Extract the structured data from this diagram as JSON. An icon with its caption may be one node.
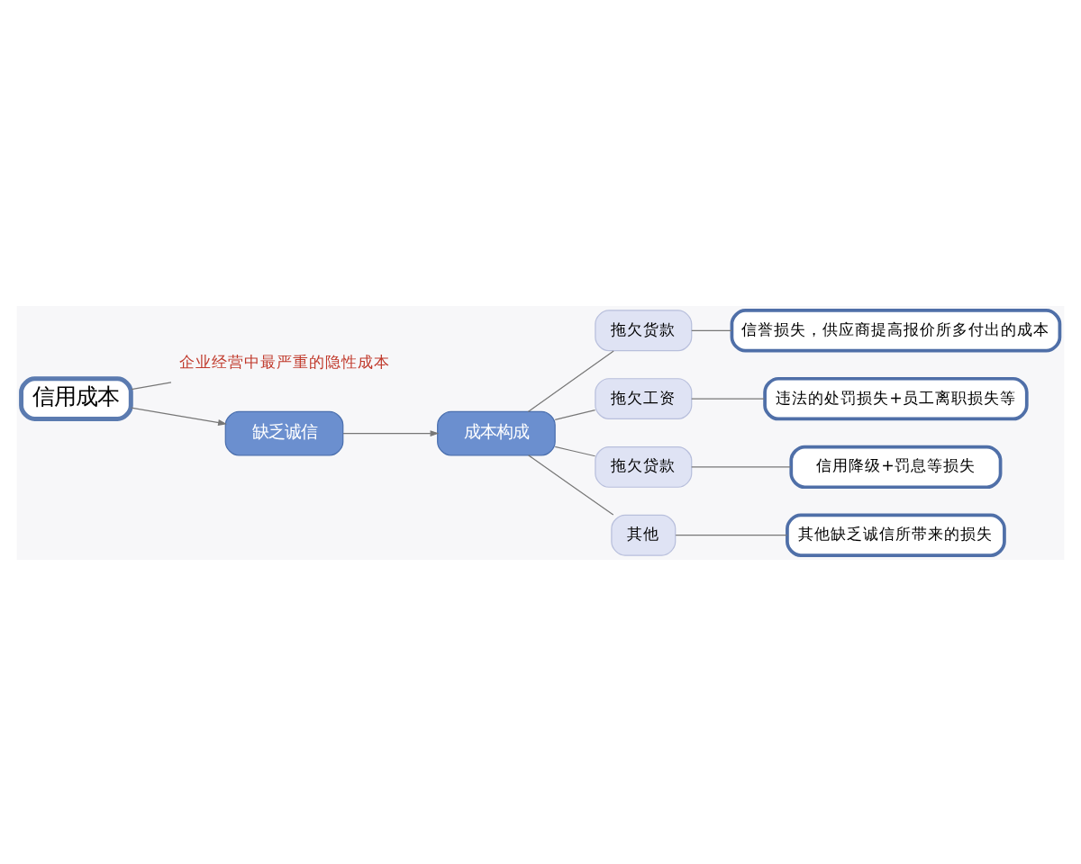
{
  "diagram": {
    "nodes": [
      {
        "text": [
          "信用成本"
        ]
      },
      {
        "text": [
          "企业经营中最严重的隐性成本"
        ]
      },
      {
        "text": [
          "缺乏诚信"
        ]
      },
      {
        "text": [
          "成本构成"
        ]
      },
      {
        "text": [
          "拖欠货款"
        ]
      },
      {
        "text": [
          "拖欠工资"
        ]
      },
      {
        "text": [
          "拖欠贷款"
        ]
      },
      {
        "text": [
          "其他"
        ]
      },
      {
        "text": [
          "信誉损失，供应商提高报价所多付出的成本"
        ]
      },
      {
        "text": [
          "违法的处罚损失+员工离职损失等"
        ]
      },
      {
        "text": [
          "信用降级+罚息等损失"
        ]
      },
      {
        "text": [
          "其他缺乏诚信所带来的损失"
        ]
      }
    ],
    "edges": [
      {
        "from": 0,
        "to": 1,
        "arrow": "none"
      },
      {
        "from": 0,
        "to": 2,
        "arrow": "to"
      },
      {
        "from": 2,
        "to": 3,
        "arrow": "to"
      },
      {
        "from": 3,
        "to": 4,
        "arrow": "none"
      },
      {
        "from": 3,
        "to": 5,
        "arrow": "none"
      },
      {
        "from": 3,
        "to": 6,
        "arrow": "none"
      },
      {
        "from": 3,
        "to": 7,
        "arrow": "none"
      },
      {
        "from": 4,
        "to": 8,
        "arrow": "none"
      },
      {
        "from": 5,
        "to": 9,
        "arrow": "none"
      },
      {
        "from": 6,
        "to": 10,
        "arrow": "none"
      },
      {
        "from": 7,
        "to": 11,
        "arrow": "none"
      }
    ]
  }
}
